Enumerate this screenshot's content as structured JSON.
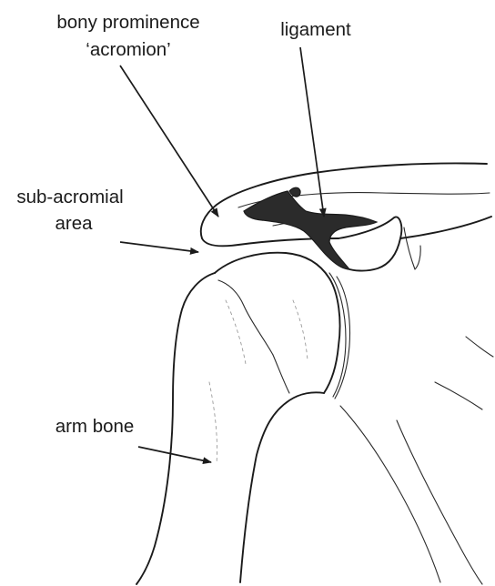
{
  "labels": {
    "acromion_line1": "bony prominence",
    "acromion_line2": "‘acromion’",
    "ligament": "ligament",
    "subacromial_line1": "sub-acromial",
    "subacromial_line2": "area",
    "arm_bone": "arm bone"
  }
}
